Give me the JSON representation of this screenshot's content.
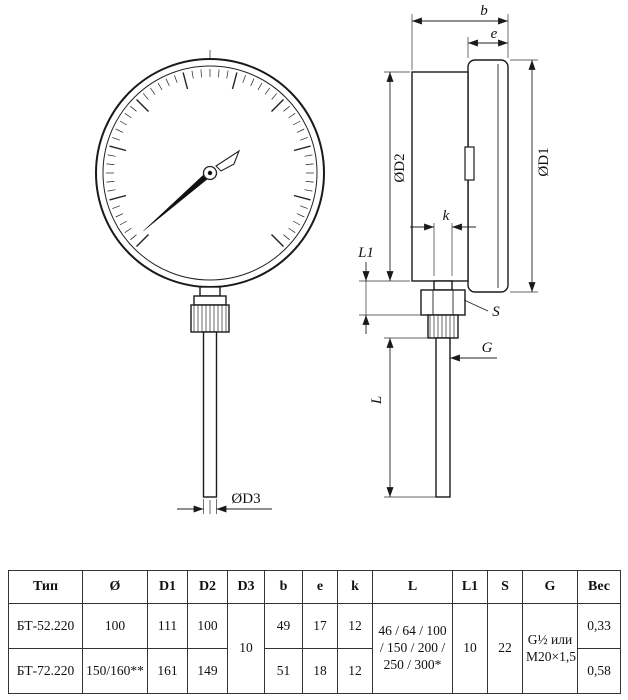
{
  "drawing": {
    "dim_labels": {
      "b": "b",
      "e": "e",
      "od2": "ØD2",
      "od1": "ØD1",
      "k": "k",
      "l1": "L1",
      "s": "S",
      "g": "G",
      "l": "L",
      "od3": "ØD3"
    }
  },
  "table": {
    "headers": {
      "type": "Тип",
      "diameter": "Ø",
      "d1": "D1",
      "d2": "D2",
      "d3": "D3",
      "b": "b",
      "e": "e",
      "k": "k",
      "l": "L",
      "l1": "L1",
      "s": "S",
      "g": "G",
      "weight": "Вес"
    },
    "rows": [
      {
        "type": "БТ-52.220",
        "diameter": "100",
        "d1": "111",
        "d2": "100",
        "b": "49",
        "e": "17",
        "k": "12",
        "weight": "0,33"
      },
      {
        "type": "БТ-72.220",
        "diameter": "150/160**",
        "d1": "161",
        "d2": "149",
        "b": "51",
        "e": "18",
        "k": "12",
        "weight": "0,58"
      }
    ],
    "merged": {
      "d3": "10",
      "l": "46 / 64 / 100 / 150 / 200 / 250 / 300*",
      "l1": "10",
      "s": "22",
      "g": "G½ или М20×1,5"
    }
  }
}
